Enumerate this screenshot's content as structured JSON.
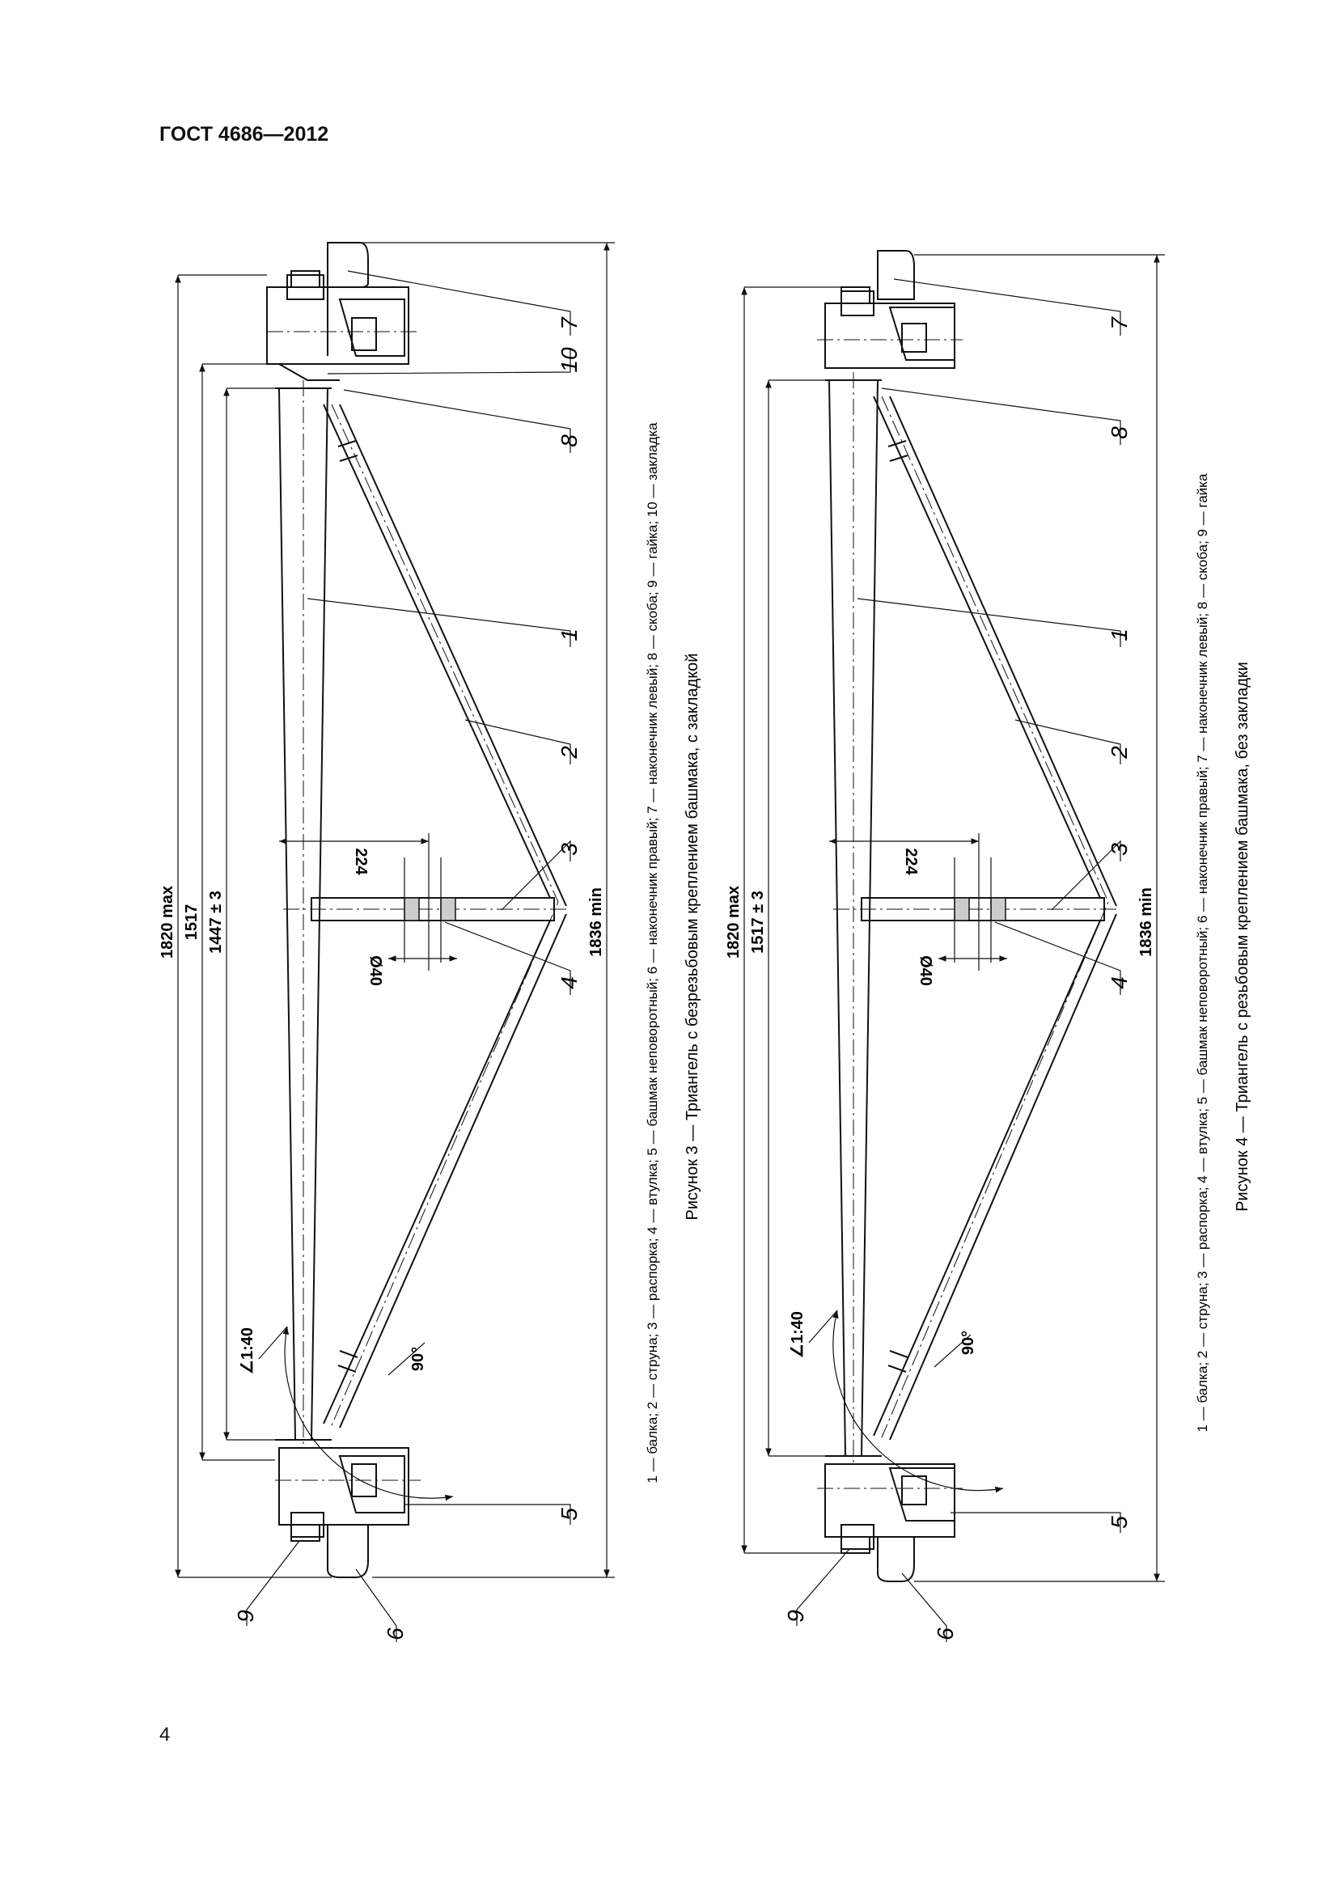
{
  "header": {
    "title": "ГОСТ 4686—2012"
  },
  "page_number": "4",
  "figure3": {
    "dims": {
      "overall": "1820 max",
      "beam": "1517",
      "inner": "1447 ± 3",
      "bottom": "1836 min",
      "d224": "224",
      "dia": "Ø40",
      "slope": "∠1:40",
      "angle": "90°"
    },
    "labels": [
      "7",
      "10",
      "8",
      "1",
      "2",
      "3",
      "4",
      "5",
      "6",
      "9"
    ],
    "legend": "1 — балка; 2 — струна; 3 — распорка; 4 — втулка; 5 — башмак неповоротный; 6 — наконечник правый; 7 — наконечник левый; 8 — скоба; 9 — гайка; 10 — закладка",
    "caption": "Рисунок 3 — Триангель с безрезьбовым креплением башмака, с закладкой"
  },
  "figure4": {
    "dims": {
      "overall": "1820 max",
      "beam": "1517 ± 3",
      "bottom": "1836 min",
      "d224": "224",
      "dia": "Ø40",
      "slope": "∠1:40",
      "angle": "90°"
    },
    "labels": [
      "7",
      "8",
      "1",
      "2",
      "3",
      "4",
      "5",
      "6",
      "9"
    ],
    "legend": "1 — балка; 2 — струна; 3 — распорка; 4 — втулка; 5 — башмак неповоротный; 6 — наконечник правый; 7 — наконечник левый; 8 — скоба; 9 — гайка",
    "caption": "Рисунок 4 — Триангель с резьбовым креплением башмака, без закладки"
  }
}
